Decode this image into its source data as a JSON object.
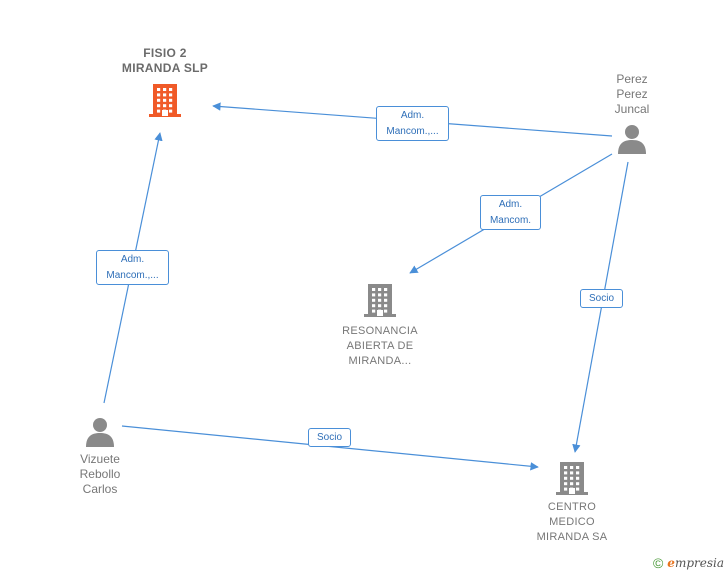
{
  "nodes": {
    "fisio": {
      "label": "FISIO 2\nMIRANDA  SLP",
      "kind": "company",
      "color": "#f05a28"
    },
    "perez": {
      "label": "Perez\nPerez\nJuncal",
      "kind": "person",
      "color": "#8a8a8a"
    },
    "resonancia": {
      "label": "RESONANCIA\nABIERTA DE\nMIRANDA...",
      "kind": "company",
      "color": "#8a8a8a"
    },
    "vizuete": {
      "label": "Vizuete\nRebollo\nCarlos",
      "kind": "person",
      "color": "#8a8a8a"
    },
    "centro": {
      "label": "CENTRO\nMEDICO\nMIRANDA SA",
      "kind": "company",
      "color": "#8a8a8a"
    }
  },
  "edges": [
    {
      "from": "perez",
      "to": "fisio",
      "label": "Adm.\nMancom.,..."
    },
    {
      "from": "perez",
      "to": "resonancia",
      "label": "Adm.\nMancom."
    },
    {
      "from": "perez",
      "to": "centro",
      "label": "Socio"
    },
    {
      "from": "vizuete",
      "to": "fisio",
      "label": "Adm.\nMancom.,..."
    },
    {
      "from": "vizuete",
      "to": "centro",
      "label": "Socio"
    }
  ],
  "colors": {
    "edge": "#4a8fd8"
  },
  "footer": {
    "copyright": "©",
    "brand_initial": "e",
    "brand_rest": "mpresia"
  }
}
